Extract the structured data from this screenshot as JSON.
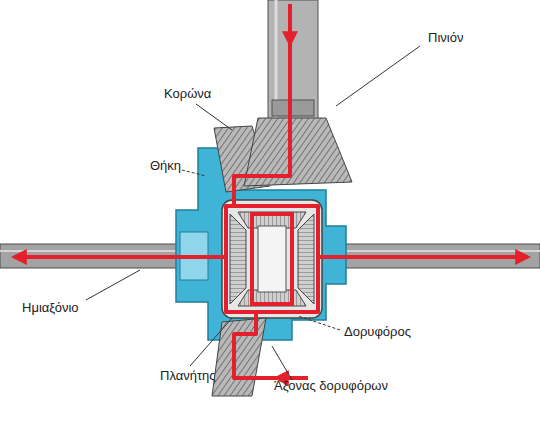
{
  "diagram": {
    "labels": [
      "Πινιόν",
      "Κορώνα",
      "Θήκη",
      "Ημιαξόνιο",
      "Δορυφόρος",
      "Πλανήτης",
      "Άξονας δορυφόρων"
    ]
  }
}
